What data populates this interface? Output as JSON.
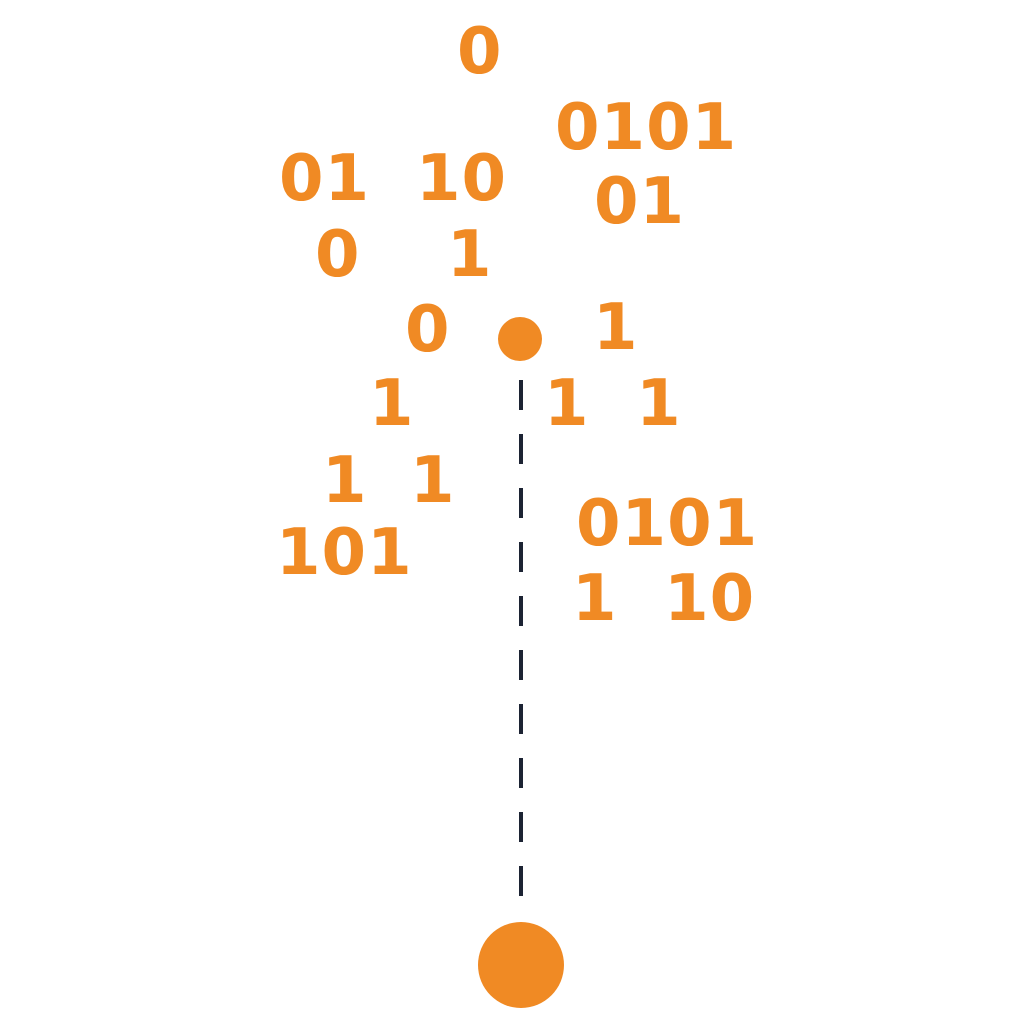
{
  "colors": {
    "accent": "#F08A24",
    "line": "#1C2333",
    "background": "#FFFFFF"
  },
  "binary_labels": [
    "0",
    "0101",
    "01",
    "10",
    "01",
    "0",
    "1",
    "0",
    "1",
    "1",
    "1  1",
    "1",
    "1",
    "0101",
    "101",
    "1  10"
  ],
  "icons": [
    "node-dot-icon",
    "anchor-dot-icon"
  ]
}
